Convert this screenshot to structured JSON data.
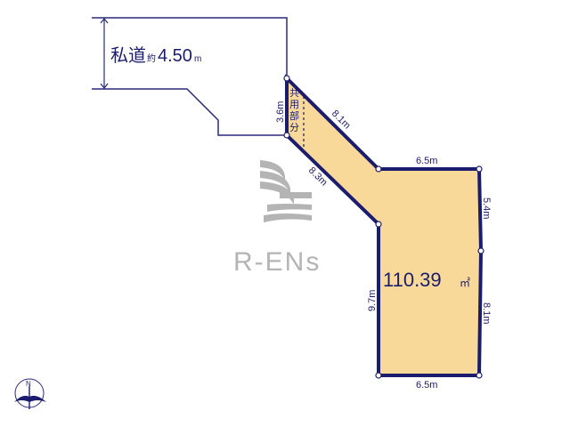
{
  "road": {
    "label_main": "私道",
    "label_approx": "約",
    "label_value": "4.50",
    "label_unit": "m"
  },
  "lot": {
    "area_value": "110.39",
    "area_unit": "㎡",
    "shared_part_label": [
      "共",
      "用",
      "部",
      "分"
    ],
    "dimensions": {
      "shared_width": "3.6m",
      "upper_diagonal": "8.1m",
      "lower_diagonal": "8.3m",
      "top": "6.5m",
      "right_upper": "5.4m",
      "right_lower": "8.1m",
      "left": "9.7m",
      "bottom": "6.5m"
    }
  },
  "watermark": {
    "text": "R-ENs"
  },
  "compass": {
    "north_label": "N"
  },
  "colors": {
    "lot_fill": "#f9d99a",
    "lot_border": "#1c1c6e",
    "road_line": "#2a2a7a",
    "watermark": "#b4b4b4",
    "background": "#ffffff"
  }
}
